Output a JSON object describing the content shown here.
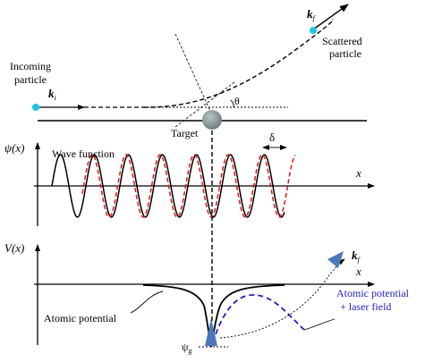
{
  "top_panel": {
    "incoming_label_line1": "Incoming",
    "incoming_label_line2": "particle",
    "k_in": "k",
    "k_in_sub": "i",
    "k_out": "k",
    "k_out_sub": "f",
    "scattered_label_line1": "Scattered",
    "scattered_label_line2": "particle",
    "angle_label": "θ",
    "target_label": "Target"
  },
  "middle_panel": {
    "y_axis_label": "ψ(x)",
    "x_axis_label": "x",
    "title": "Wave function",
    "shift_label": "δ"
  },
  "bottom_panel": {
    "y_axis_label": "V(x)",
    "x_axis_label": "x",
    "atomic_label": "Atomic potential",
    "laser_label_line1": "Atomic potential",
    "laser_label_line2": "+ laser field",
    "k_f": "k",
    "k_f_sub": "f",
    "psi_g": "ψ",
    "psi_g_sub": "g"
  },
  "colors": {
    "incident_dot": "#1fc6e6",
    "target_sphere": "#8a9a9a",
    "wave_original": "#000000",
    "wave_shifted": "#e01818",
    "laser_curve": "#1f1fbf",
    "electron_marker": "#4a78b8"
  }
}
